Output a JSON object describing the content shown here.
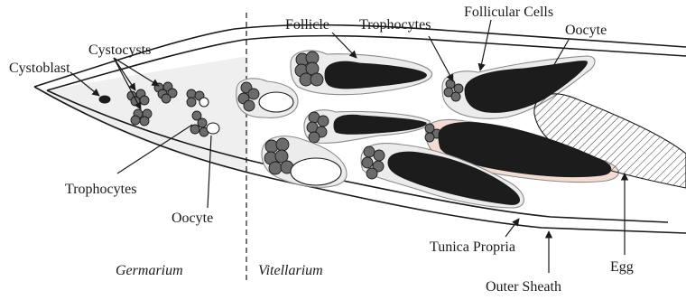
{
  "labels": {
    "cystoblast": "Cystoblast",
    "cystocysts": "Cystocysts",
    "trophocytes_left": "Trophocytes",
    "oocyte_left": "Oocyte",
    "follicle": "Follicle",
    "trophocytes_top": "Trophocytes",
    "follicular_cells": "Follicular Cells",
    "oocyte_right": "Oocyte",
    "tunica_propria": "Tunica Propria",
    "egg": "Egg",
    "outer_sheath": "Outer Sheath",
    "germarium": "Germarium",
    "vitellarium": "Vitellarium"
  },
  "colors": {
    "germarium_fill": "#efefef",
    "cell_gray": "#6b6b6b",
    "oocyte_dark": "#1c1c1c",
    "follicle_outline": "#8a8a8a",
    "follicle_pink": "#f3dcd2",
    "line": "#1a1a1a"
  }
}
